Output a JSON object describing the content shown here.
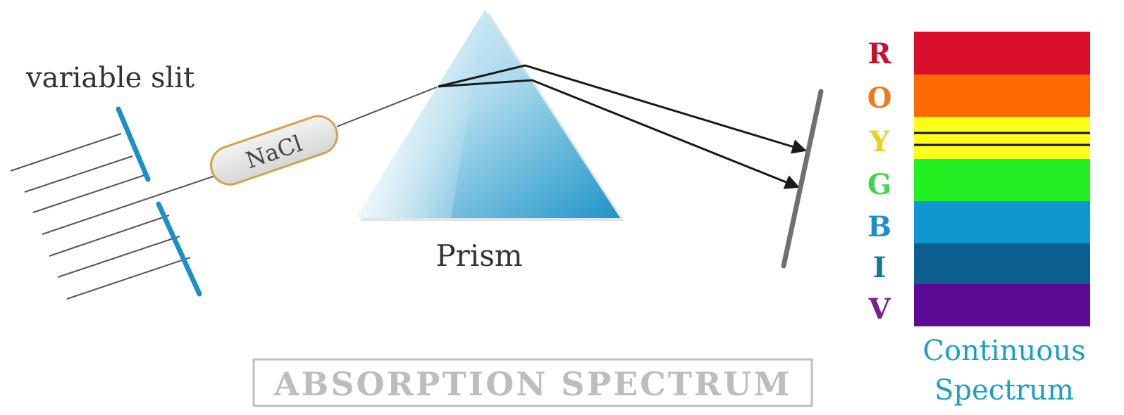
{
  "labels": {
    "slit": "variable slit",
    "sample": "NaCl",
    "prism": "Prism",
    "title": "ABSORPTION SPECTRUM",
    "spectrum_line1": "Continuous",
    "spectrum_line2": "Spectrum"
  },
  "spectrum": [
    {
      "letter": "R",
      "color": "#d90f2c"
    },
    {
      "letter": "O",
      "color": "#ff6a00"
    },
    {
      "letter": "Y",
      "color": "#ffff1a"
    },
    {
      "letter": "G",
      "color": "#22f022"
    },
    {
      "letter": "B",
      "color": "#0f98cf"
    },
    {
      "letter": "I",
      "color": "#0a5f8f"
    },
    {
      "letter": "V",
      "color": "#5c0a96"
    }
  ],
  "letter_colors": {
    "R": "#c8102e",
    "O": "#f07a1a",
    "Y": "#e8d21a",
    "G": "#3fd64a",
    "B": "#1b8fc7",
    "I": "#137a94",
    "V": "#7a1f8f"
  },
  "colors": {
    "slit": "#1b8fc7",
    "tube_border": "#d4a24a",
    "beam": "#1a1a1a",
    "screen": "#707070",
    "spectrum_caption": "#1b9fc7",
    "title_text": "#bdbdbd",
    "title_border": "#bfbfbf"
  }
}
